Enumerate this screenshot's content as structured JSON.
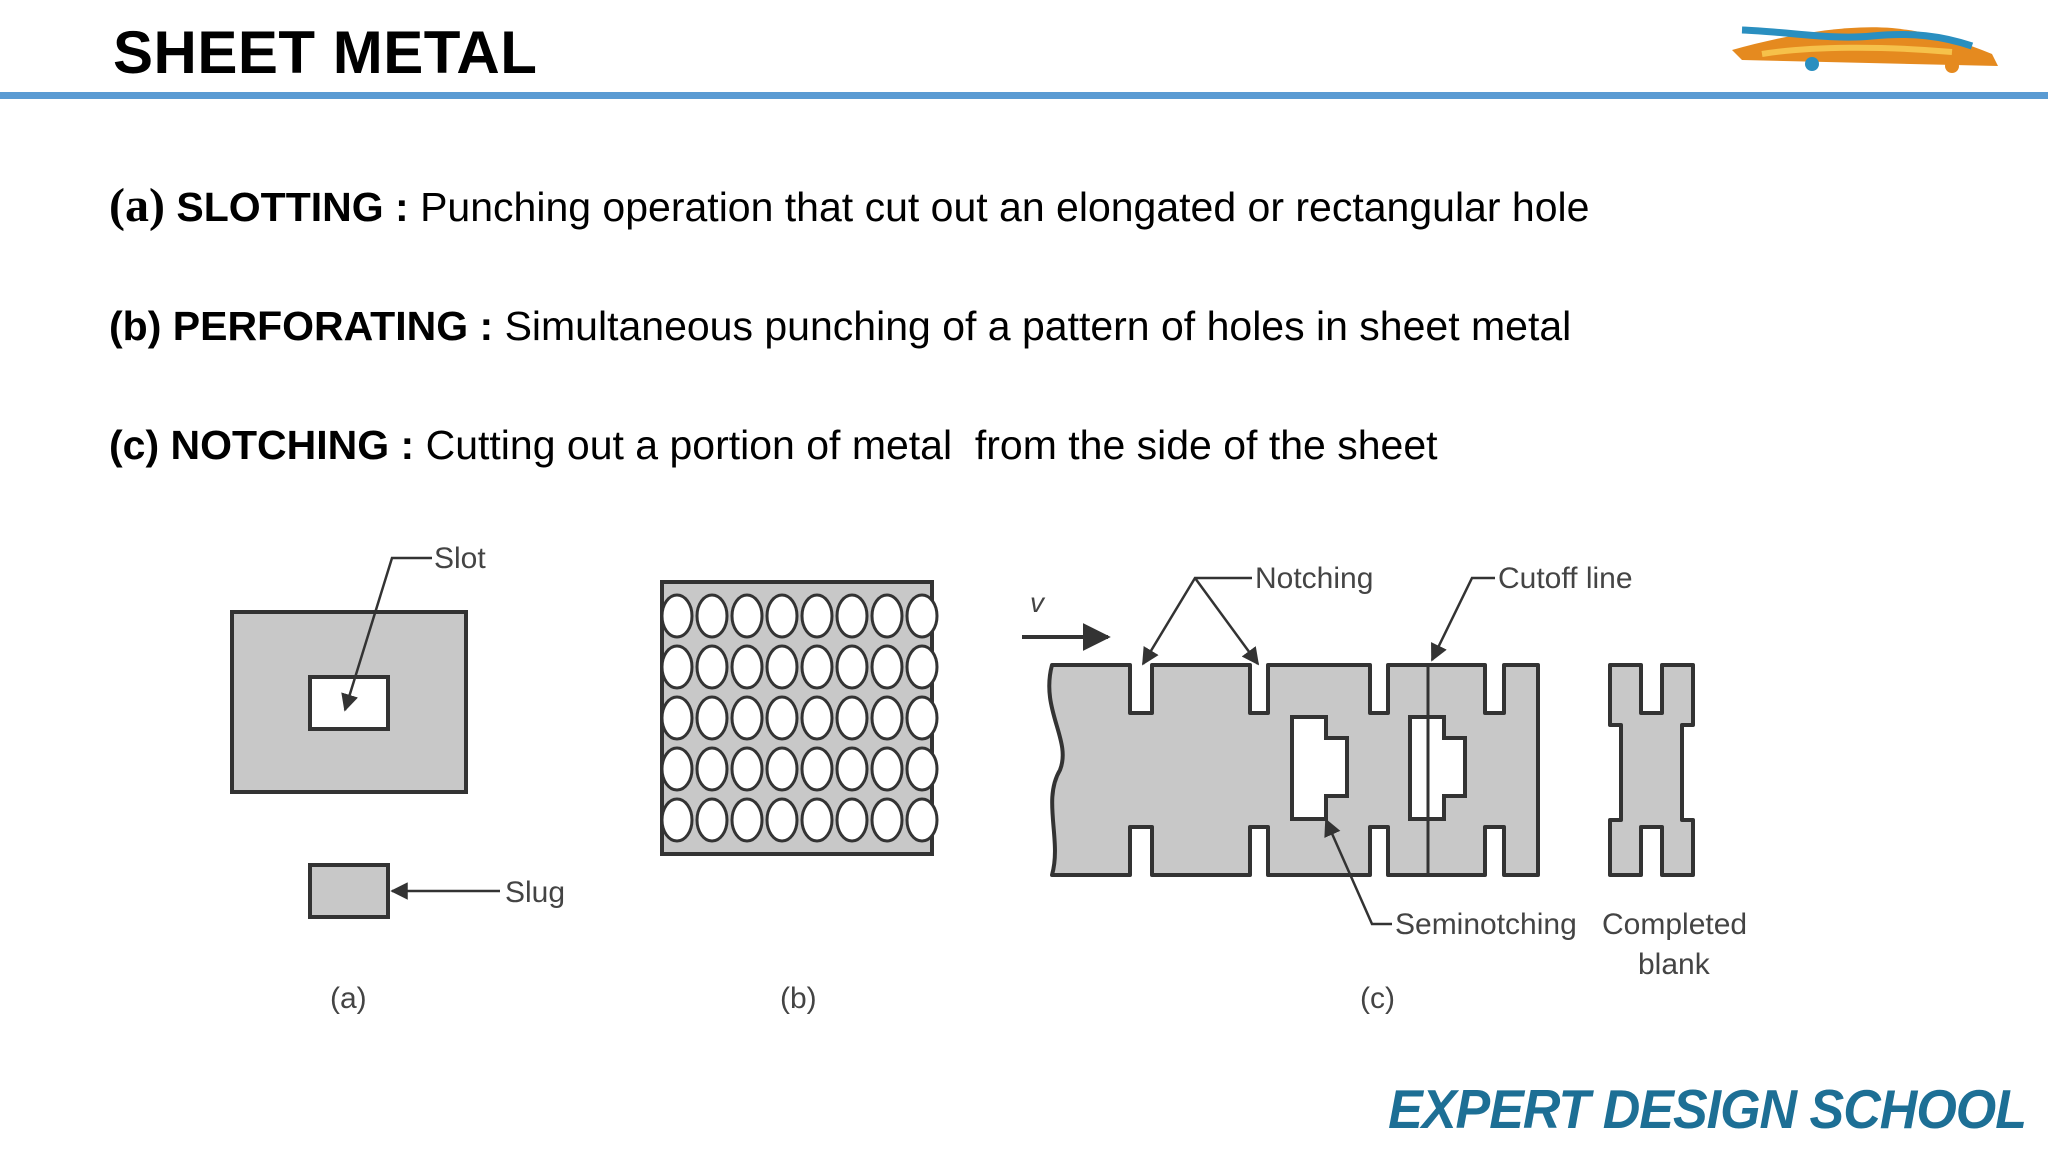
{
  "header": {
    "title": "SHEET METAL"
  },
  "points": [
    {
      "tag": "(a)",
      "term": "SLOTTING :",
      "description": " Punching operation that cut out an elongated or rectangular hole"
    },
    {
      "tag": "(b)",
      "term": "PERFORATING :",
      "description": " Simultaneous punching of a pattern of holes in sheet metal"
    },
    {
      "tag": "(c)",
      "term": "NOTCHING :",
      "description": " Cutting out a portion of metal  from the side of the sheet"
    }
  ],
  "figure": {
    "labels": {
      "slot": "Slot",
      "slug": "Slug",
      "notching": "Notching",
      "cutoff": "Cutoff line",
      "seminotching": "Seminotching",
      "completed_1": "Completed",
      "completed_2": "blank",
      "velocity": "v"
    },
    "captions": {
      "a": "(a)",
      "b": "(b)",
      "c": "(c)"
    },
    "colors": {
      "sheet_fill": "#c8c8c8",
      "stroke": "#333333"
    }
  },
  "branding": {
    "name": "EXPERT DESIGN SCHOOL",
    "logo_icon": "car-logo-icon",
    "color": "#1d6f95"
  }
}
